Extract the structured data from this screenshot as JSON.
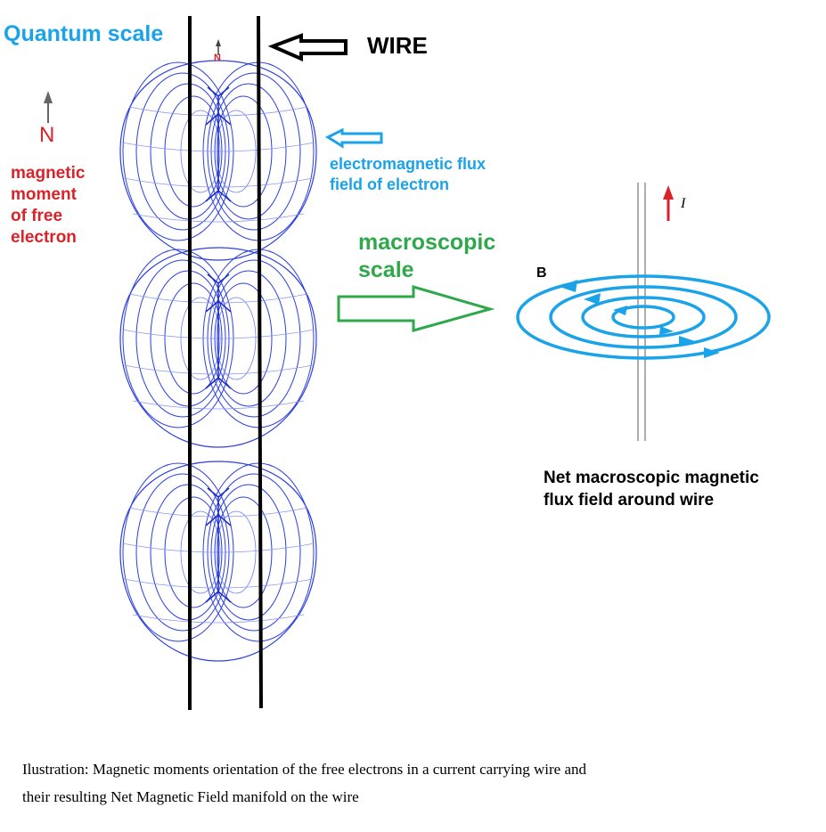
{
  "labels": {
    "quantum_scale": "Quantum scale",
    "wire": "WIRE",
    "flux_line1": "electromagnetic flux",
    "flux_line2": "field of electron",
    "moment_lines": [
      "magnetic",
      "moment",
      "of free",
      "electron"
    ],
    "macro_lines": [
      "macroscopic",
      "scale"
    ],
    "b_field": "B",
    "current": "I",
    "north": "N",
    "net_lines": [
      "Net macroscopic magnetic",
      "flux field around wire"
    ]
  },
  "caption": {
    "line1": "Ilustration: Magnetic moments orientation of the free electrons in a current carrying wire and",
    "line2": "their resulting Net Magnetic Field manifold on the wire"
  },
  "colors": {
    "field_lines": "#2b3fe0",
    "wire": "#000000",
    "quantum_text": "#1aa3e8",
    "moment_text": "#d9232a",
    "macro_text": "#2ea84a",
    "b_rings": "#1aa3e8",
    "current_arrow": "#d9232a"
  }
}
